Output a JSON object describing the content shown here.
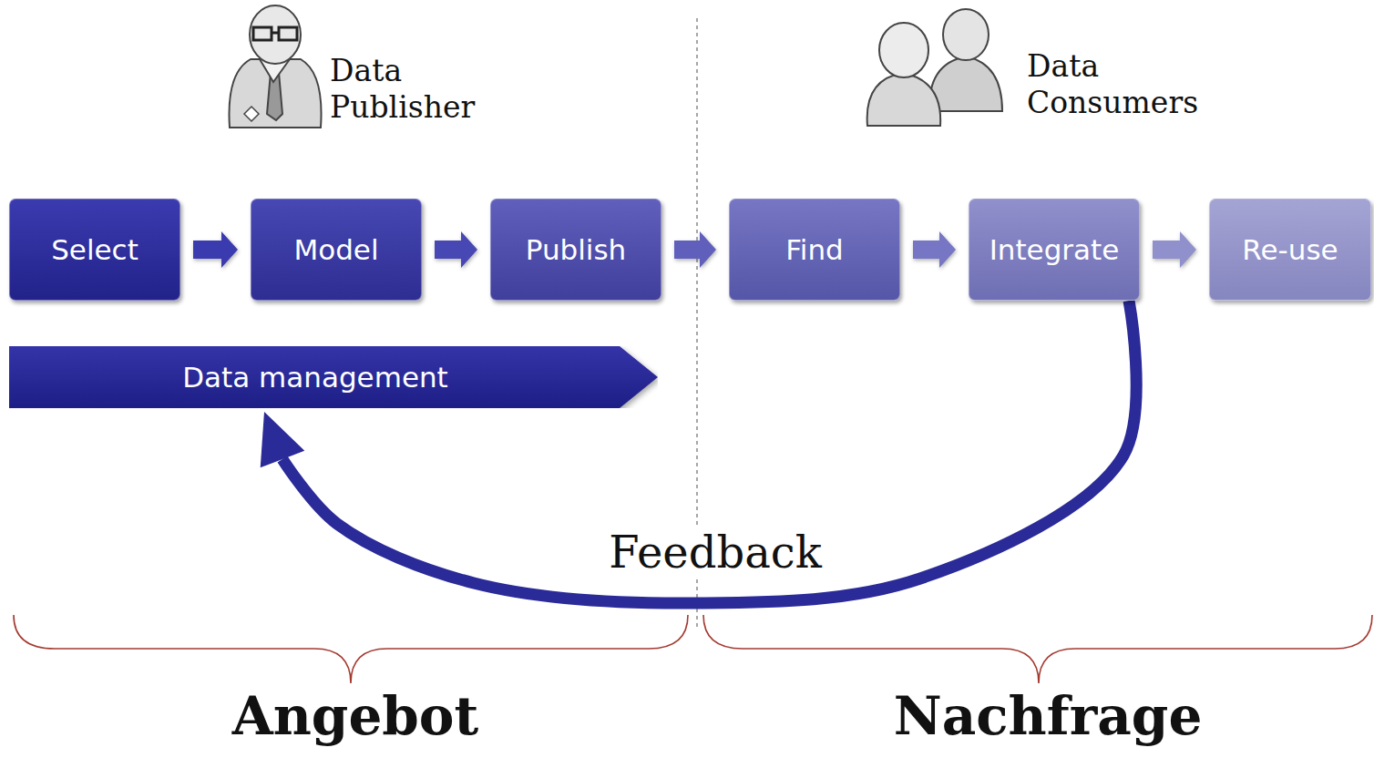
{
  "diagram": {
    "nodes": [
      {
        "text": [
          "Select"
        ]
      },
      {
        "text": [
          "Model"
        ]
      },
      {
        "text": [
          "Publish"
        ]
      },
      {
        "text": [
          "Find"
        ]
      },
      {
        "text": [
          "Integrate"
        ]
      },
      {
        "text": [
          "Re-use"
        ]
      },
      {
        "text": [
          "Data management"
        ]
      }
    ],
    "edges": [
      {
        "from": 0,
        "to": 1,
        "arrow": "to"
      },
      {
        "from": 1,
        "to": 2,
        "arrow": "to"
      },
      {
        "from": 2,
        "to": 3,
        "arrow": "to"
      },
      {
        "from": 3,
        "to": 4,
        "arrow": "to"
      },
      {
        "from": 4,
        "to": 5,
        "arrow": "to"
      },
      {
        "from": 4,
        "to": 6,
        "label": "Feedback",
        "arrow": "to"
      }
    ],
    "labels": [
      "Data Publisher",
      "Data Consumers",
      "Angebot",
      "Nachfrage"
    ]
  }
}
